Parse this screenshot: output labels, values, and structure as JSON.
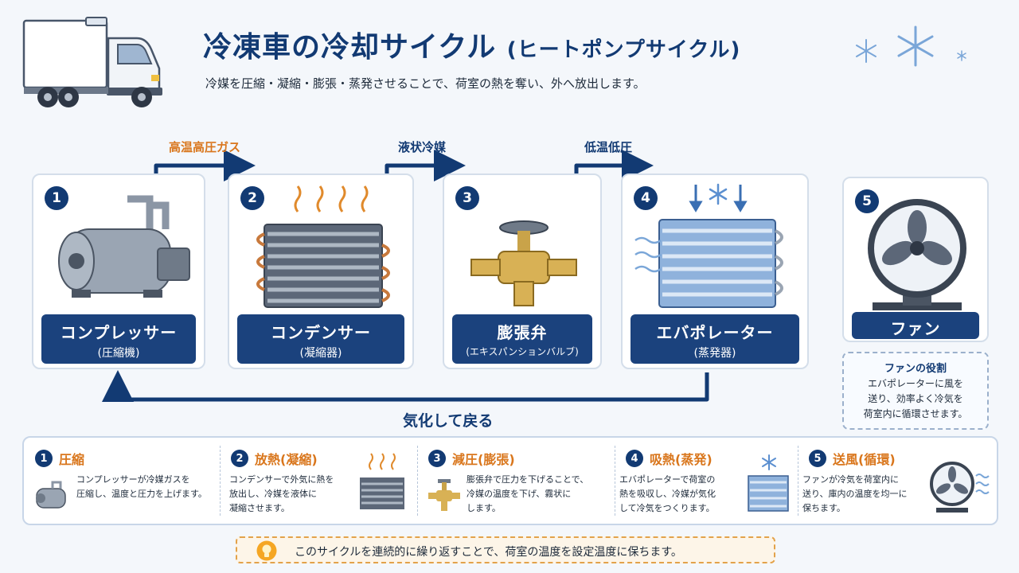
{
  "header": {
    "title_main": "冷凍車の冷却サイクル",
    "title_sub": "(ヒートポンプサイクル)",
    "subtitle": "冷媒を圧縮・凝縮・膨張・蒸発させることで、荷室の熱を奪い、外へ放出します。"
  },
  "flow": {
    "label_1_2": "高温高圧ガス",
    "label_2_3": "液状冷媒",
    "label_3_4": "低温低圧",
    "return_label": "気化して戻る"
  },
  "components": [
    {
      "num": "1",
      "name": "コンプレッサー",
      "sub": "(圧縮機)"
    },
    {
      "num": "2",
      "name": "コンデンサー",
      "sub": "(凝縮器)"
    },
    {
      "num": "3",
      "name": "膨張弁",
      "sub": "(エキスパンションバルブ)"
    },
    {
      "num": "4",
      "name": "エバポレーター",
      "sub": "(蒸発器)"
    },
    {
      "num": "5",
      "name": "ファン",
      "sub": ""
    }
  ],
  "fan_role": {
    "title": "ファンの役割",
    "line1": "エバポレーターに風を",
    "line2": "送り、効率よく冷気を",
    "line3": "荷室内に循環させます。"
  },
  "steps": [
    {
      "num": "1",
      "title": "圧縮",
      "lines": [
        "コンプレッサーが冷媒ガスを",
        "圧縮し、温度と圧力を上げます。"
      ]
    },
    {
      "num": "2",
      "title": "放熱(凝縮)",
      "lines": [
        "コンデンサーで外気に熱を",
        "放出し、冷媒を液体に",
        "凝縮させます。"
      ]
    },
    {
      "num": "3",
      "title": "減圧(膨張)",
      "lines": [
        "膨張弁で圧力を下げることで、",
        "冷媒の温度を下げ、霧状に",
        "します。"
      ]
    },
    {
      "num": "4",
      "title": "吸熱(蒸発)",
      "lines": [
        "エバポレーターで荷室の",
        "熱を吸収し、冷媒が気化",
        "して冷気をつくります。"
      ]
    },
    {
      "num": "5",
      "title": "送風(循環)",
      "lines": [
        "ファンが冷気を荷室内に",
        "送り、庫内の温度を均一に",
        "保ちます。"
      ]
    }
  ],
  "tip": "このサイクルを連続的に繰り返すことで、荷室の温度を設定温度に保ちます。",
  "colors": {
    "navy": "#123a73",
    "plate": "#1b427d",
    "orange": "#d9761c",
    "ice": "#5b8fd0"
  }
}
